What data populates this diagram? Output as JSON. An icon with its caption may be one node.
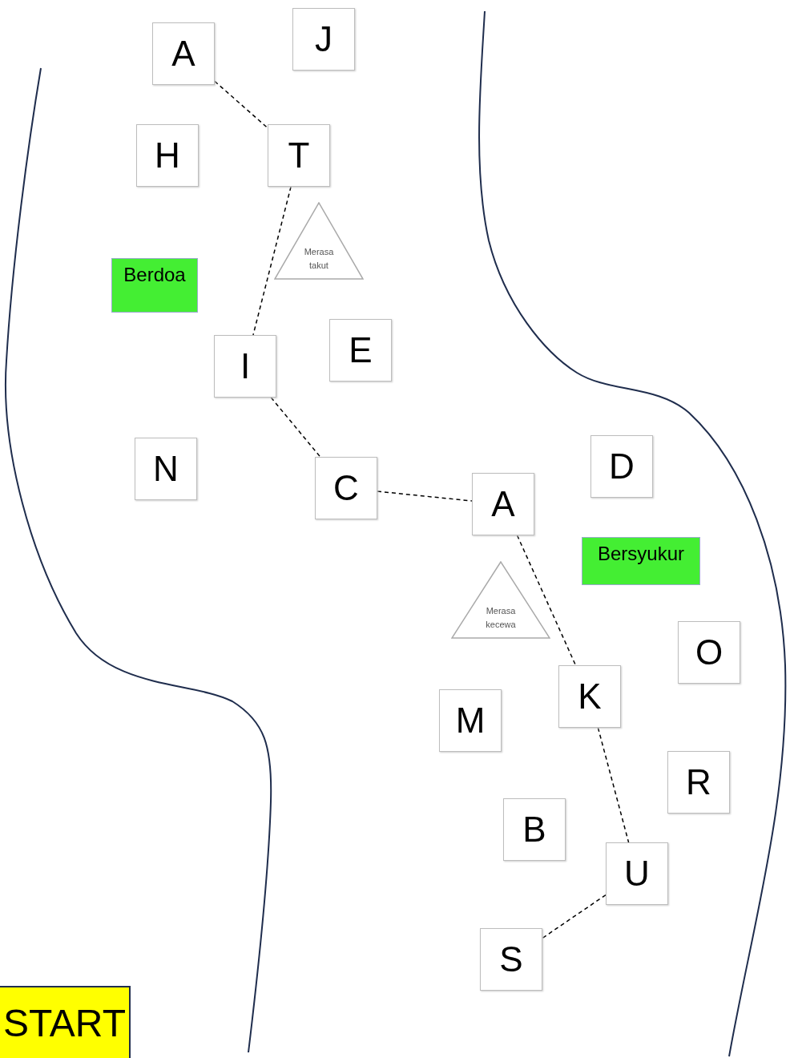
{
  "diagram": {
    "nodes": [
      {
        "text": [
          "A"
        ]
      },
      {
        "text": [
          "J"
        ]
      },
      {
        "text": [
          "H"
        ]
      },
      {
        "text": [
          "T"
        ]
      },
      {
        "text": [
          "Merasa takut"
        ]
      },
      {
        "text": [
          "Berdoa"
        ]
      },
      {
        "text": [
          "I"
        ]
      },
      {
        "text": [
          "E"
        ]
      },
      {
        "text": [
          "N"
        ]
      },
      {
        "text": [
          "D"
        ]
      },
      {
        "text": [
          "C"
        ]
      },
      {
        "text": [
          "A"
        ]
      },
      {
        "text": [
          "Bersyukur"
        ]
      },
      {
        "text": [
          "Merasa kecewa"
        ]
      },
      {
        "text": [
          "O"
        ]
      },
      {
        "text": [
          "K"
        ]
      },
      {
        "text": [
          "M"
        ]
      },
      {
        "text": [
          "R"
        ]
      },
      {
        "text": [
          "B"
        ]
      },
      {
        "text": [
          "U"
        ]
      },
      {
        "text": [
          "S"
        ]
      },
      {
        "text": [
          "START"
        ]
      }
    ],
    "edges": [
      {
        "from": 0,
        "to": 3,
        "arrow": "none",
        "style": "dashed"
      },
      {
        "from": 3,
        "to": 6,
        "arrow": "none",
        "style": "dashed"
      },
      {
        "from": 6,
        "to": 10,
        "arrow": "none",
        "style": "dashed"
      },
      {
        "from": 10,
        "to": 11,
        "arrow": "none",
        "style": "dashed"
      },
      {
        "from": 11,
        "to": 15,
        "arrow": "none",
        "style": "dashed"
      },
      {
        "from": 15,
        "to": 19,
        "arrow": "none",
        "style": "dashed"
      },
      {
        "from": 19,
        "to": 20,
        "arrow": "none",
        "style": "dashed"
      }
    ]
  }
}
